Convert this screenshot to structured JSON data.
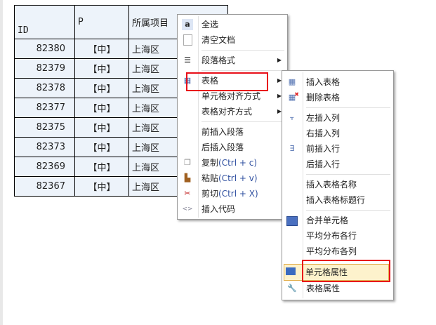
{
  "table": {
    "headers": [
      "ID",
      "P",
      "所属项目"
    ],
    "rows": [
      [
        "82380",
        "【中】",
        "上海区"
      ],
      [
        "82379",
        "【中】",
        "上海区"
      ],
      [
        "82378",
        "【中】",
        "上海区"
      ],
      [
        "82377",
        "【中】",
        "上海区"
      ],
      [
        "82375",
        "【中】",
        "上海区"
      ],
      [
        "82373",
        "【中】",
        "上海区"
      ],
      [
        "82369",
        "【中】",
        "上海区"
      ],
      [
        "82367",
        "【中】",
        "上海区"
      ]
    ]
  },
  "menu": {
    "select_all": "全选",
    "clear": "清空文档",
    "para_format": "段落格式",
    "table": "表格",
    "cell_align": "单元格对齐方式",
    "table_align": "表格对齐方式",
    "insert_para_before": "前插入段落",
    "insert_para_after": "后插入段落",
    "copy": "复制",
    "copy_sc": "(Ctrl + c)",
    "paste": "粘贴",
    "paste_sc": "(Ctrl + v)",
    "cut": "剪切",
    "cut_sc": "(Ctrl + X)",
    "insert_code": "插入代码"
  },
  "submenu": {
    "insert_table": "插入表格",
    "delete_table": "删除表格",
    "insert_col_left": "左插入列",
    "insert_col_right": "右插入列",
    "insert_row_before": "前插入行",
    "insert_row_after": "后插入行",
    "insert_table_name": "插入表格名称",
    "insert_table_title_row": "插入表格标题行",
    "merge_cells": "合并单元格",
    "distribute_rows": "平均分布各行",
    "distribute_cols": "平均分布各列",
    "cell_props": "单元格属性",
    "table_props": "表格属性"
  }
}
